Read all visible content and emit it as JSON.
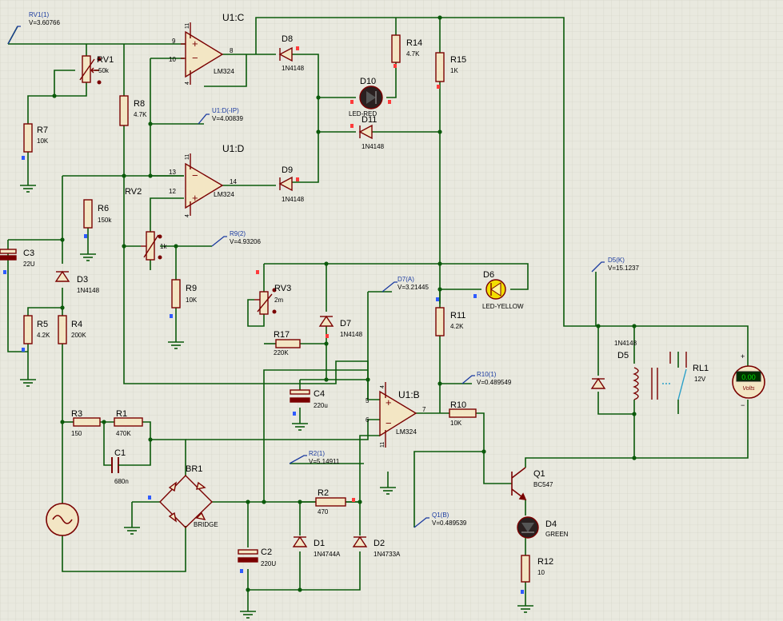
{
  "colors": {
    "background": "#e9e9df",
    "grid": "#cfcfc2",
    "wire": "#0b5a0b",
    "component": "#7a0000",
    "fill": "#f3e6c4",
    "probe": "#1a3aa0",
    "pin_red": "#ff3b3b",
    "pin_blue": "#2f5bff",
    "junction": "#0b5a0b",
    "led_yellow": "#f2df00",
    "voltmeter_display": "#00c000"
  },
  "components": {
    "u1c": {
      "ref": "U1:C",
      "part": "LM324",
      "pin_a": "9",
      "pin_b": "10",
      "pin_out": "8",
      "pin_top": "11",
      "pin_bot": "4"
    },
    "u1d": {
      "ref": "U1:D",
      "part": "LM324",
      "pin_a": "13",
      "pin_b": "12",
      "pin_out": "14",
      "pin_top": "11",
      "pin_bot": "4"
    },
    "u1b": {
      "ref": "U1:B",
      "part": "LM324",
      "pin_a": "5",
      "pin_b": "6",
      "pin_out": "7",
      "pin_top": "4",
      "pin_bot": "11"
    },
    "rv1": {
      "ref": "RV1",
      "value": "50k"
    },
    "rv2": {
      "ref": "RV2",
      "value": "1k"
    },
    "rv3": {
      "ref": "RV3",
      "value": "2m"
    },
    "r1": {
      "ref": "R1",
      "value": "470K"
    },
    "r2": {
      "ref": "R2",
      "value": "470"
    },
    "r3": {
      "ref": "R3",
      "value": "150"
    },
    "r4": {
      "ref": "R4",
      "value": "200K"
    },
    "r5": {
      "ref": "R5",
      "value": "4.2K"
    },
    "r6": {
      "ref": "R6",
      "value": "150k"
    },
    "r7": {
      "ref": "R7",
      "value": "10K"
    },
    "r8": {
      "ref": "R8",
      "value": "4.7K"
    },
    "r9": {
      "ref": "R9",
      "value": "10K"
    },
    "r10": {
      "ref": "R10",
      "value": "10K"
    },
    "r11": {
      "ref": "R11",
      "value": "4.2K"
    },
    "r12": {
      "ref": "R12",
      "value": "10"
    },
    "r14": {
      "ref": "R14",
      "value": "4.7K"
    },
    "r15": {
      "ref": "R15",
      "value": "1K"
    },
    "r17": {
      "ref": "R17",
      "value": "220K"
    },
    "c1": {
      "ref": "C1",
      "value": "680n"
    },
    "c2": {
      "ref": "C2",
      "value": "220U"
    },
    "c3": {
      "ref": "C3",
      "value": "22U"
    },
    "c4": {
      "ref": "C4",
      "value": "220u"
    },
    "d1": {
      "ref": "D1",
      "value": "1N4744A"
    },
    "d2": {
      "ref": "D2",
      "value": "1N4733A"
    },
    "d3": {
      "ref": "D3",
      "value": "1N4148"
    },
    "d4": {
      "ref": "D4",
      "value": "GREEN"
    },
    "d5": {
      "ref": "D5",
      "value": "1N4148"
    },
    "d6": {
      "ref": "D6",
      "value": "LED-YELLOW"
    },
    "d7": {
      "ref": "D7",
      "value": "1N4148"
    },
    "d8": {
      "ref": "D8",
      "value": "1N4148"
    },
    "d9": {
      "ref": "D9",
      "value": "1N4148"
    },
    "d10": {
      "ref": "D10",
      "value": "LED-RED"
    },
    "d11": {
      "ref": "D11",
      "value": "1N4148"
    },
    "q1": {
      "ref": "Q1",
      "value": "BC547"
    },
    "br1": {
      "ref": "BR1",
      "value": "BRIDGE"
    },
    "rl1": {
      "ref": "RL1",
      "value": "12V"
    },
    "voltmeter": {
      "reading": "0.00",
      "unit": "Volts",
      "plus": "+",
      "minus": "−"
    }
  },
  "probes": [
    {
      "name": "RV1(1)",
      "value": "V=3.60766"
    },
    {
      "name": "U1:D(-IP)",
      "value": "V=4.00839"
    },
    {
      "name": "R9(2)",
      "value": "V=4.93206"
    },
    {
      "name": "D7(A)",
      "value": "V=3.21445"
    },
    {
      "name": "D5(K)",
      "value": "V=15.1237"
    },
    {
      "name": "R10(1)",
      "value": "V=0.489549"
    },
    {
      "name": "R2(1)",
      "value": "V=5.14911"
    },
    {
      "name": "Q1(B)",
      "value": "V=0.489539"
    }
  ]
}
